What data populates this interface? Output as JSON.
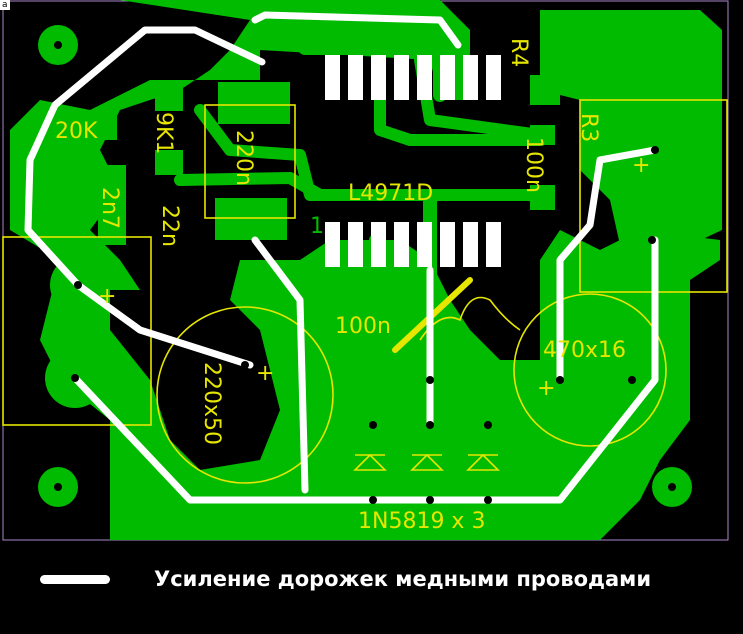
{
  "corner_tag": "a",
  "labels": {
    "r_20k": "20K",
    "r_9k1": "9K1",
    "c_2n7": "2n7",
    "c_22n": "22n",
    "c_220n": "220n",
    "ic": "L4971D",
    "pin1": "1",
    "r4": "R4",
    "r3": "R3",
    "c_100n_right": "100n",
    "c_100n_bottom": "100n",
    "cap_220x50": "220x50",
    "cap_470x16": "470x16",
    "diodes": "1N5819 x 3",
    "plus": "+"
  },
  "legend": {
    "text": "Усиление дорожек медными проводами"
  },
  "colors": {
    "copper": "#00bb00",
    "silkscreen": "#e6e600",
    "wire": "#ffffff",
    "background": "#000000"
  }
}
